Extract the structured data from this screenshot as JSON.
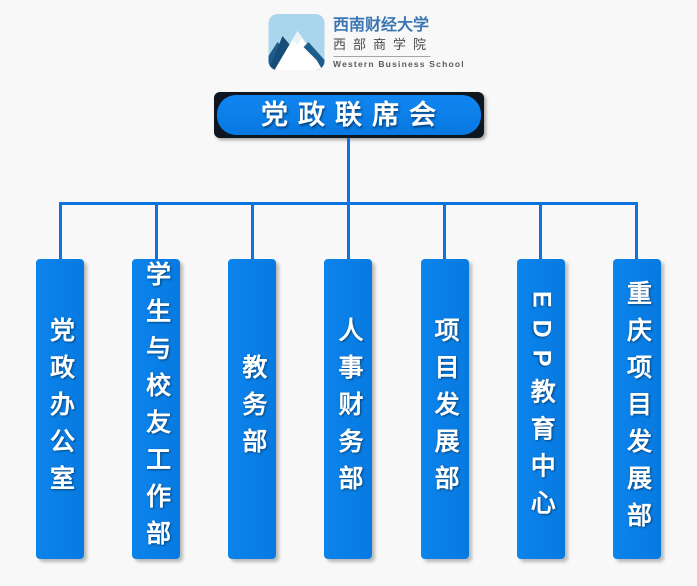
{
  "page": {
    "background_color": "#f9f8f8"
  },
  "logo": {
    "icon": "mountain-logo-icon",
    "university_name": "西南财经大学",
    "school_name_cn": "西部商学院",
    "school_name_en": "Western Business School"
  },
  "org_chart": {
    "root": {
      "label": "党政联席会"
    },
    "departments": [
      {
        "label": "党政办公室"
      },
      {
        "label": "学生与校友工作部"
      },
      {
        "label": "教务部"
      },
      {
        "label": "人事财务部"
      },
      {
        "label": "项目发展部"
      },
      {
        "label": "EDP教育中心"
      },
      {
        "label": "重庆项目发展部"
      }
    ],
    "colors": {
      "box_blue": "#0880e8",
      "line_blue": "#0a74e0",
      "root_frame_dark": "#0e1620",
      "label_text": "#ffffff",
      "shadow_gray": "#bdbdbd"
    }
  }
}
